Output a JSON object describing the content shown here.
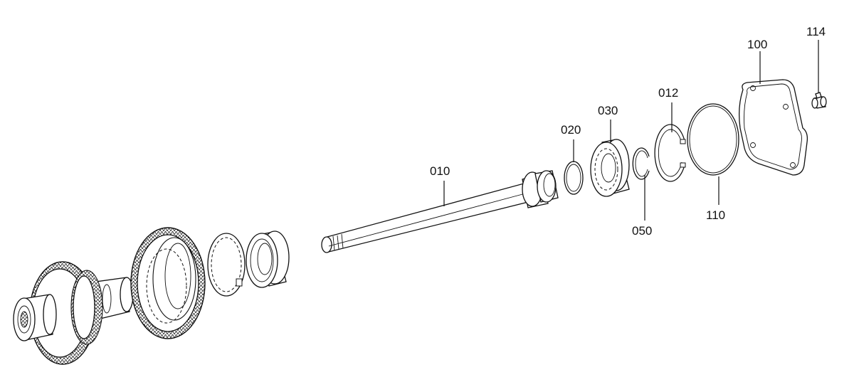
{
  "labels": {
    "p010": "010",
    "p020": "020",
    "p030": "030",
    "p050": "050",
    "p012": "012",
    "p110": "110",
    "p100": "100",
    "p114": "114"
  },
  "colors": {
    "line": "#111111",
    "background": "#ffffff"
  }
}
